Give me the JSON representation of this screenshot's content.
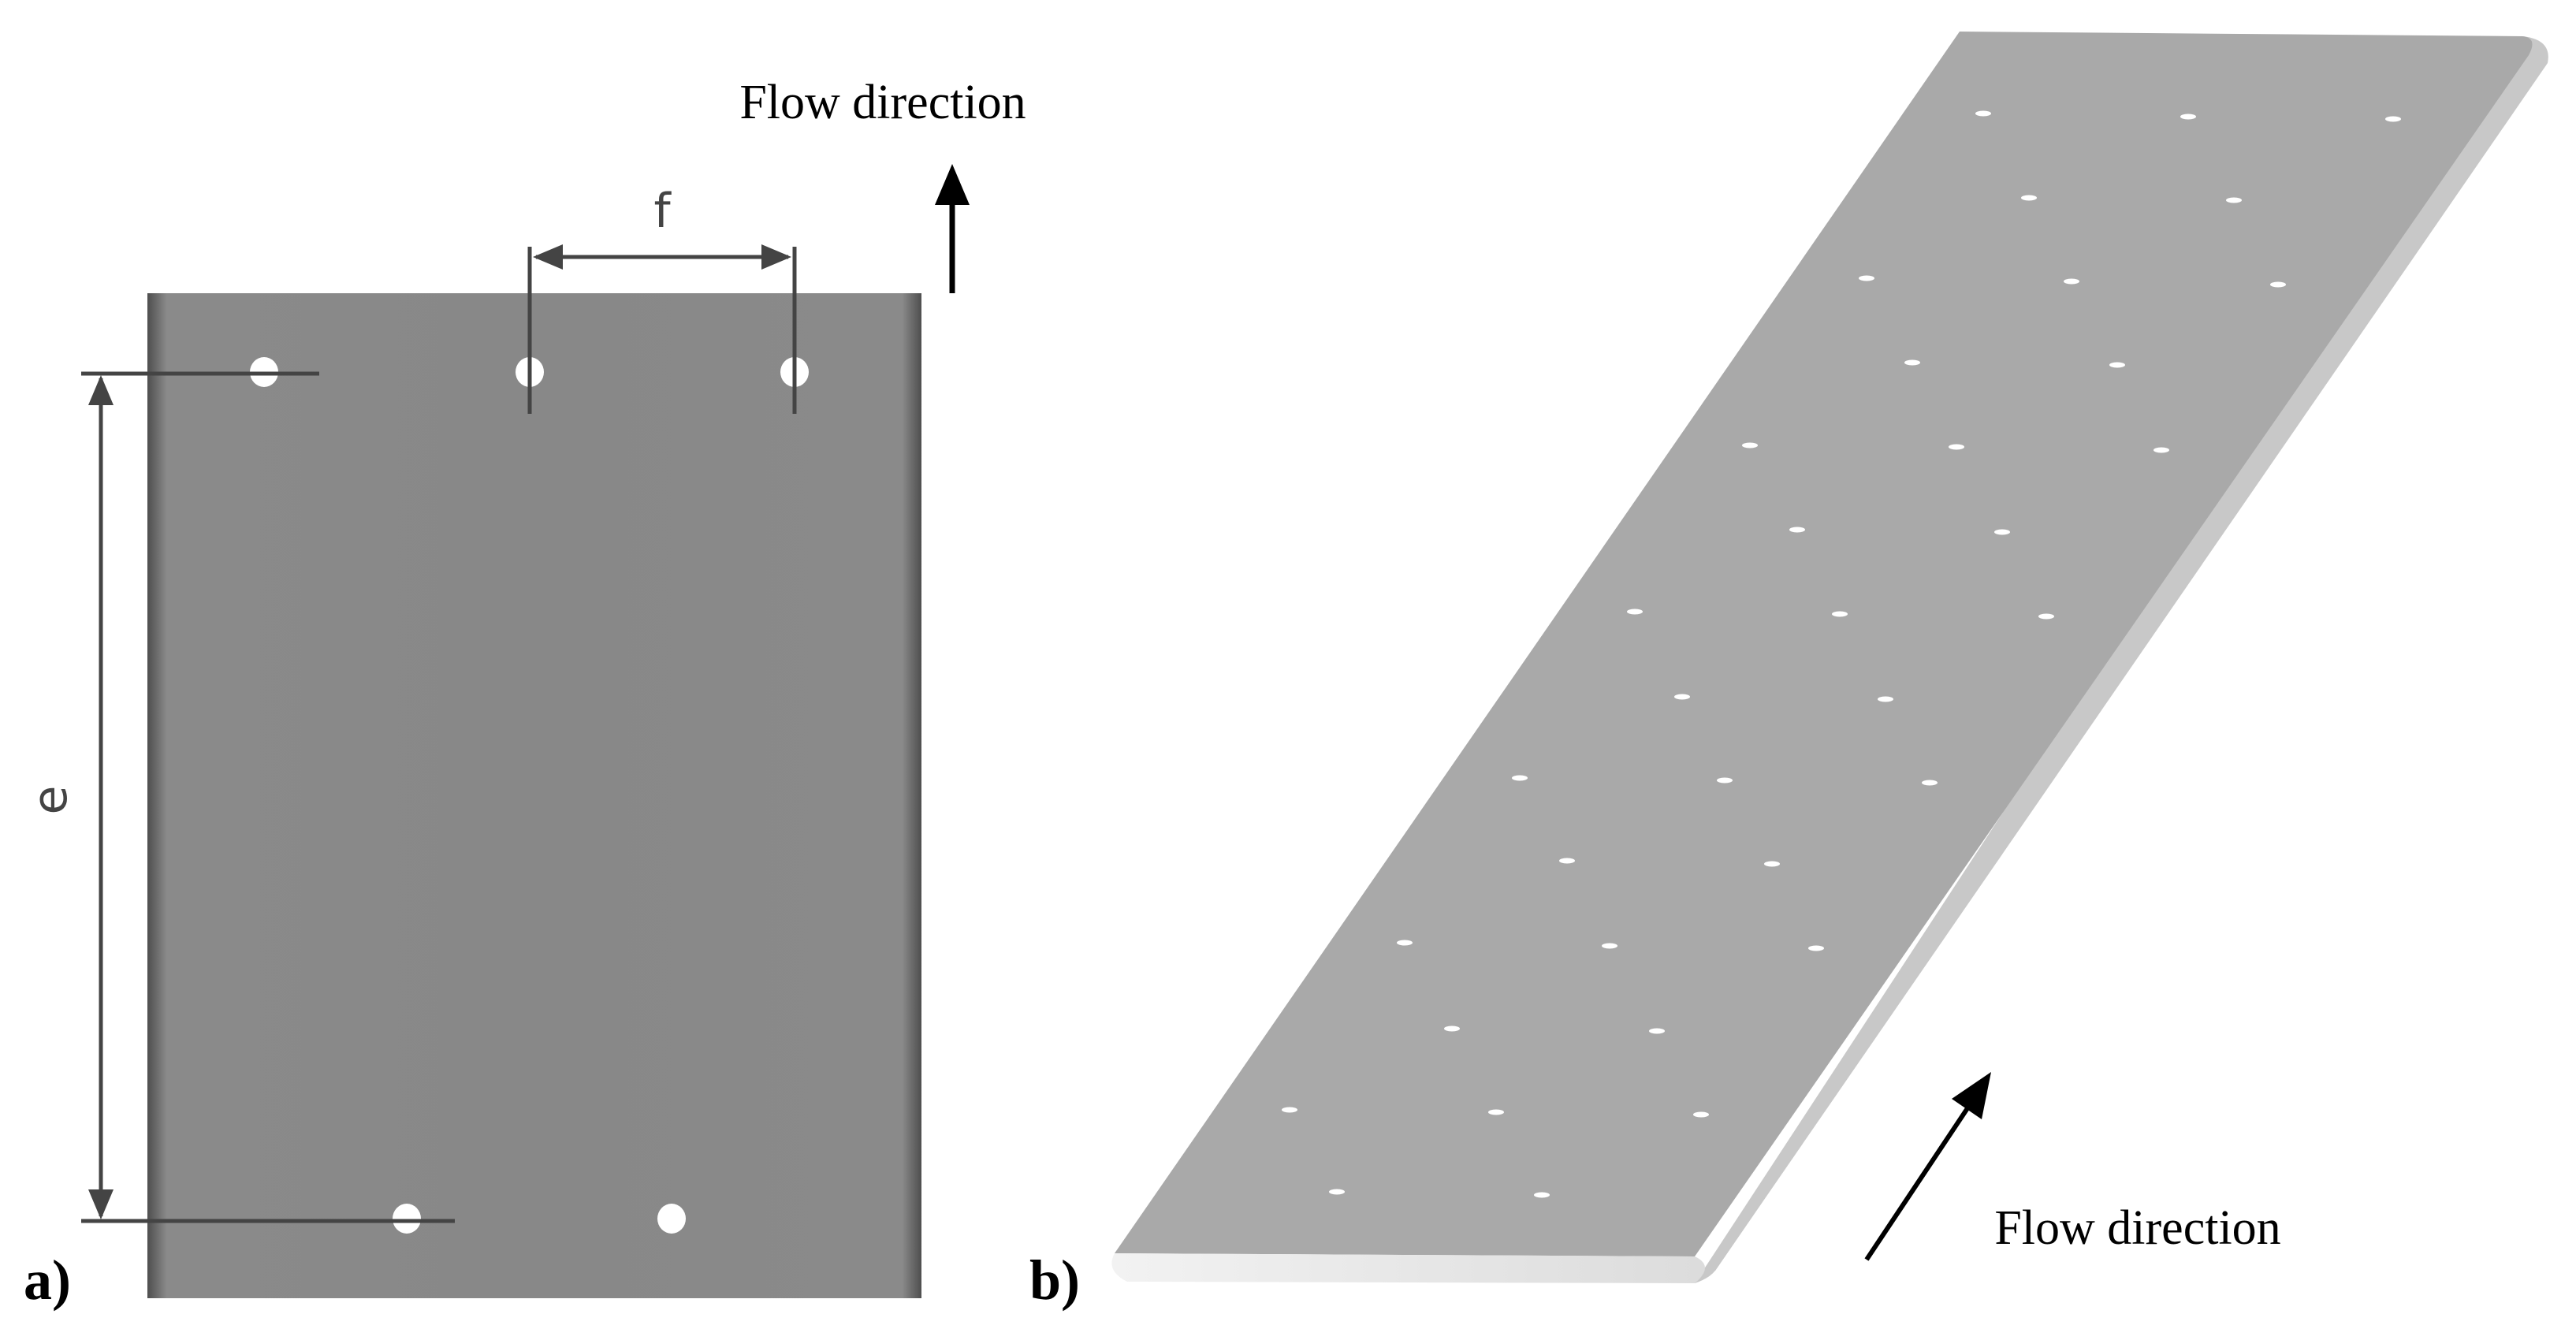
{
  "figure": {
    "panel_a": {
      "panel_label": "a)",
      "flow_direction_label": "Flow direction",
      "dimension_f_label": "f",
      "dimension_e_label": "e"
    },
    "panel_b": {
      "panel_label": "b)",
      "flow_direction_label": "Flow direction"
    }
  },
  "colors": {
    "plate_a_fill": "#888888",
    "plate_a_edge": "#5a5a5a",
    "plate_b_top": "#a9a9a9",
    "plate_b_edge_light": "#e6e6e6",
    "hole_fill": "#ffffff",
    "dimension_line": "#444444",
    "arrow": "#000000"
  }
}
